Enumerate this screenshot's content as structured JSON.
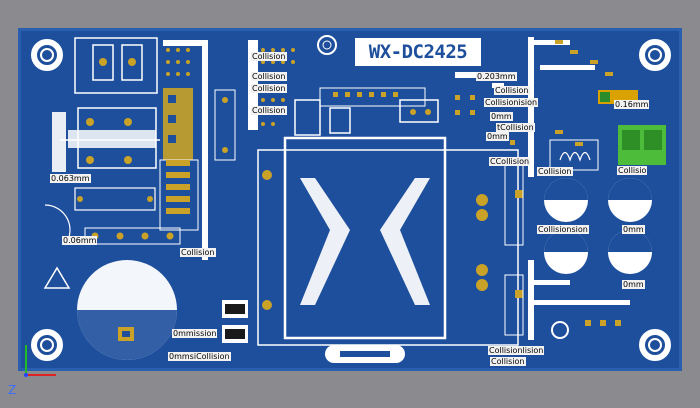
{
  "board": {
    "title": "WX-DC2425",
    "colors": {
      "background": "#8a8a8f",
      "board": "#1e4f9c",
      "silk": "#ffffff",
      "pad_gold": "#c9a227",
      "pad_green": "#4cbc3a",
      "label_bg": "#f2f2f2"
    }
  },
  "annotations": {
    "collision": "Collision",
    "mm0063": "0.063mm",
    "mm006": "0.06mm",
    "mm0203": "0.203mm",
    "mm016": "0.16mm",
    "omm": "0mm",
    "ommission": "0mmission",
    "ommsicollision": "0mmsiCollision",
    "tcollision": "tCollision",
    "ccollision": "CCollision",
    "collisionsion": "Collisionsion",
    "ision": "ision",
    "collisionlision": "Collisionlision",
    "collisio": "Collisio",
    "collisionision": "Collisionision"
  },
  "axes": {
    "z_label": "Z"
  }
}
